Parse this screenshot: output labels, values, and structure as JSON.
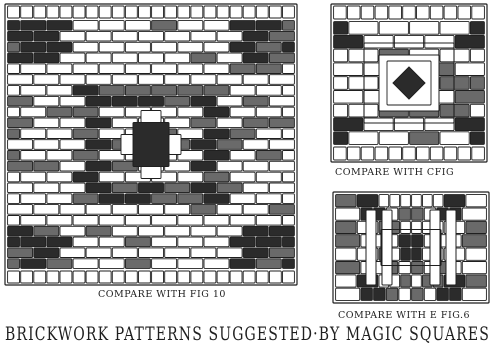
{
  "captions": {
    "left": "COMPARE WITH FIG 10",
    "top_right": "COMPARE WITH CFIG",
    "bottom_right": "COMPARE WITH E FIG.6",
    "title": "BRICKWORK PATTERNS SUGGESTED·BY MAGIC SQUARES"
  },
  "colors": {
    "ink": "#1f1f1f",
    "paper": "#ffffff",
    "dark_brick": "#2b2b2b",
    "mid_brick": "#6a6a6a"
  }
}
